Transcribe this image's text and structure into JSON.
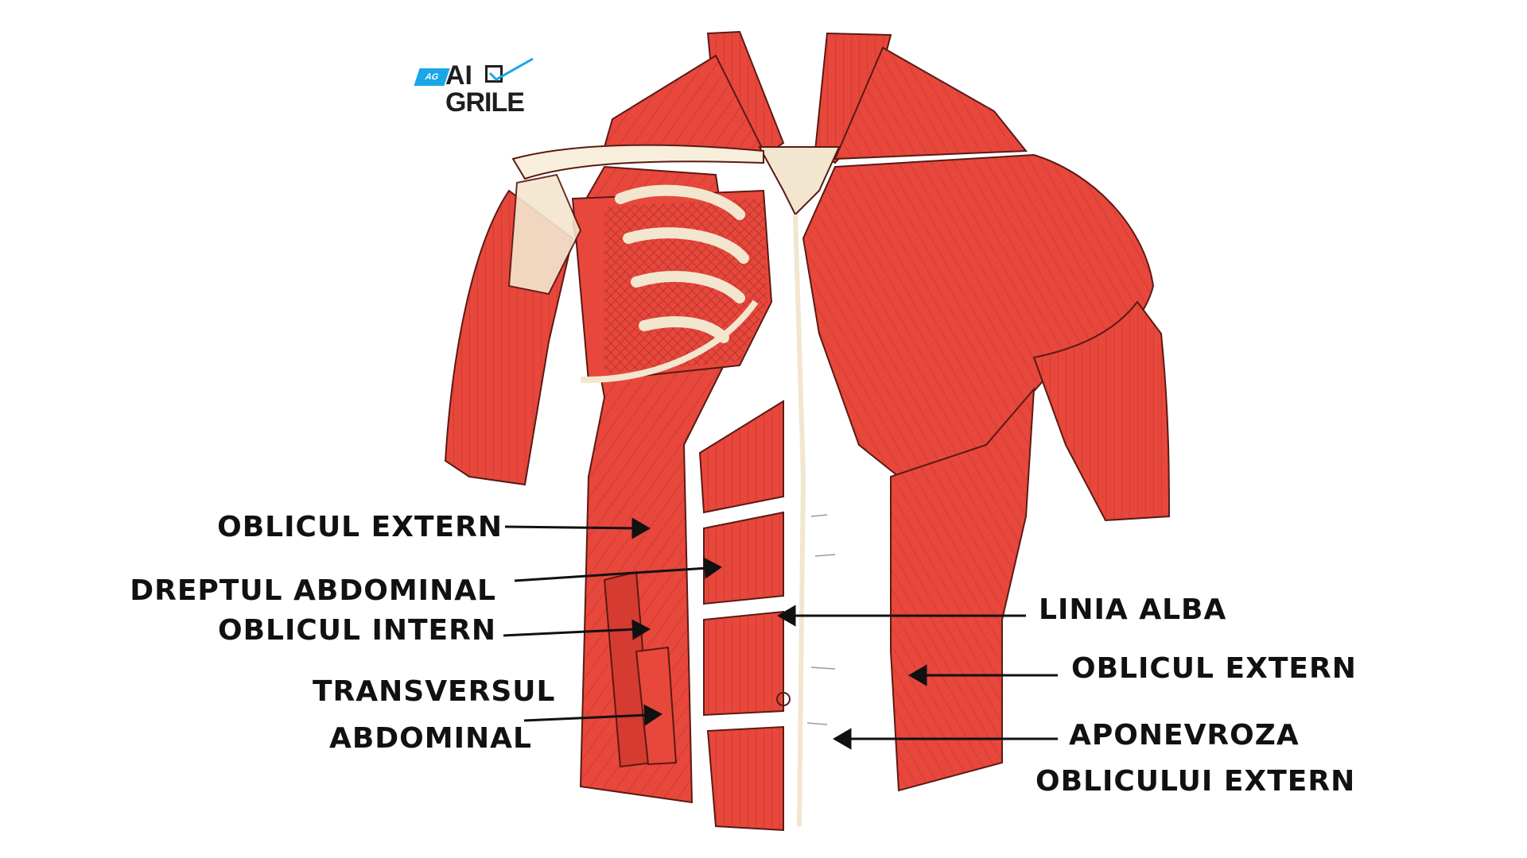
{
  "logo": {
    "badge": "AG",
    "line1": "AI",
    "line2": "GRILE"
  },
  "labels": {
    "oblicul_extern_left": "OBLICUL EXTERN",
    "dreptul_abdominal": "DREPTUL ABDOMINAL",
    "oblicul_intern": "OBLICUL INTERN",
    "transversul_line1": "TRANSVERSUL",
    "transversul_line2": "ABDOMINAL",
    "linia_alba": "LINIA ALBA",
    "oblicul_extern_right": "OBLICUL EXTERN",
    "aponevroza_line1": "APONEVROZA",
    "aponevroza_line2": "OBLICULUI EXTERN"
  },
  "colors": {
    "muscle": "#e8473c",
    "muscle_light": "#f2675b",
    "muscle_line": "#7a1d16",
    "tendon": "#f3e6cf",
    "bone": "#f7efdc",
    "outline": "#5a1a14",
    "label": "#111111",
    "brand": "#1aa6e8"
  }
}
